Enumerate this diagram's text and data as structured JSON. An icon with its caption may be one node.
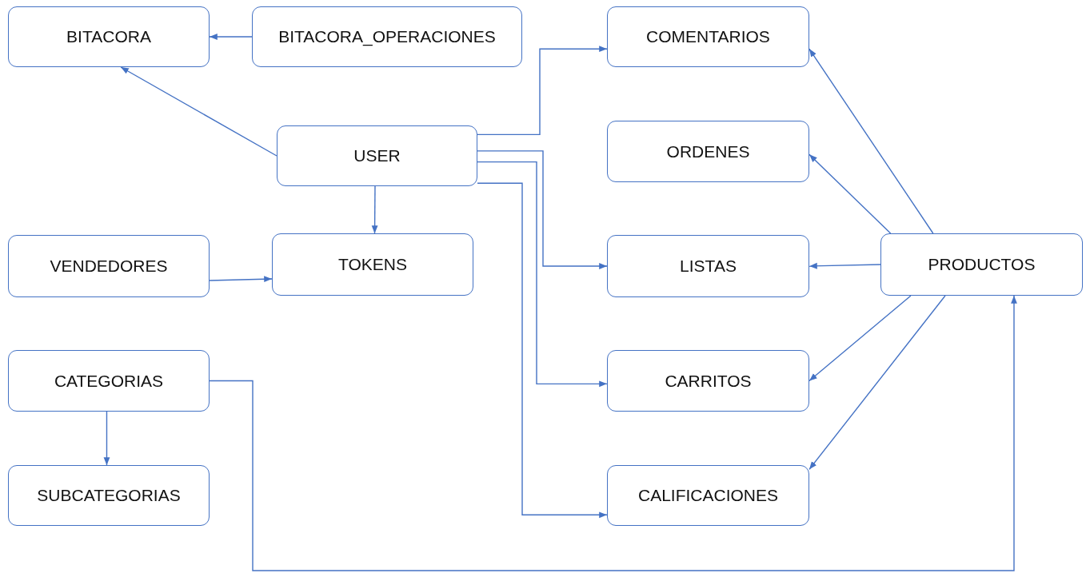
{
  "diagram": {
    "nodes": [
      {
        "text": [
          "BITACORA"
        ]
      },
      {
        "text": [
          "BITACORA_OPERACIONES"
        ]
      },
      {
        "text": [
          "COMENTARIOS"
        ]
      },
      {
        "text": [
          "USER"
        ]
      },
      {
        "text": [
          "ORDENES"
        ]
      },
      {
        "text": [
          "VENDEDORES"
        ]
      },
      {
        "text": [
          "TOKENS"
        ]
      },
      {
        "text": [
          "LISTAS"
        ]
      },
      {
        "text": [
          "PRODUCTOS"
        ]
      },
      {
        "text": [
          "CATEGORIAS"
        ]
      },
      {
        "text": [
          "CARRITOS"
        ]
      },
      {
        "text": [
          "SUBCATEGORIAS"
        ]
      },
      {
        "text": [
          "CALIFICACIONES"
        ]
      }
    ],
    "edges": [
      {
        "from": 1,
        "to": 0,
        "arrow": "to"
      },
      {
        "from": 3,
        "to": 0,
        "arrow": "to"
      },
      {
        "from": 3,
        "to": 2,
        "arrow": "to"
      },
      {
        "from": 3,
        "to": 7,
        "arrow": "to"
      },
      {
        "from": 3,
        "to": 10,
        "arrow": "to"
      },
      {
        "from": 3,
        "to": 12,
        "arrow": "to"
      },
      {
        "from": 3,
        "to": 6,
        "arrow": "to"
      },
      {
        "from": 5,
        "to": 6,
        "arrow": "to"
      },
      {
        "from": 8,
        "to": 2,
        "arrow": "to"
      },
      {
        "from": 8,
        "to": 4,
        "arrow": "to"
      },
      {
        "from": 8,
        "to": 7,
        "arrow": "to"
      },
      {
        "from": 8,
        "to": 10,
        "arrow": "to"
      },
      {
        "from": 8,
        "to": 12,
        "arrow": "to"
      },
      {
        "from": 9,
        "to": 11,
        "arrow": "to"
      },
      {
        "from": 9,
        "to": 8,
        "arrow": "to"
      }
    ]
  }
}
